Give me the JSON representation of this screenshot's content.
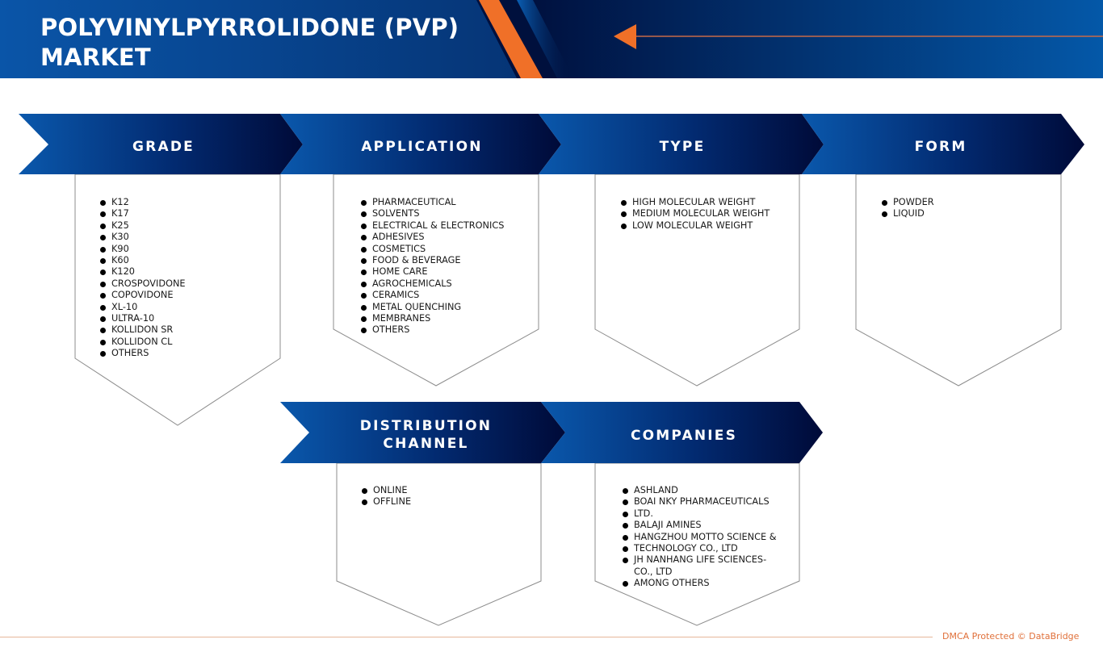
{
  "header": {
    "title_line1": "POLYVINYLPYRROLIDONE (PVP)",
    "title_line2": "MARKET",
    "icon": "left-arrow-icon",
    "colors": {
      "blue": "#0a52a6",
      "navy": "#00113f",
      "orange": "#f07028"
    }
  },
  "segments": [
    {
      "label": "GRADE",
      "items": [
        "K12",
        "K17",
        "K25",
        "K30",
        "K90",
        "K60",
        "K120",
        "CROSPOVIDONE",
        "COPOVIDONE",
        "XL-10",
        "ULTRA-10",
        "KOLLIDON SR",
        "KOLLIDON CL",
        "OTHERS"
      ]
    },
    {
      "label": "APPLICATION",
      "items": [
        "PHARMACEUTICAL",
        "SOLVENTS",
        "ELECTRICAL & ELECTRONICS",
        "ADHESIVES",
        "COSMETICS",
        "FOOD & BEVERAGE",
        "HOME CARE",
        "AGROCHEMICALS",
        "CERAMICS",
        "METAL QUENCHING",
        "MEMBRANES",
        "OTHERS"
      ]
    },
    {
      "label": "TYPE",
      "items": [
        "HIGH MOLECULAR WEIGHT",
        "MEDIUM MOLECULAR WEIGHT",
        "LOW MOLECULAR WEIGHT"
      ]
    },
    {
      "label": "FORM",
      "items": [
        "POWDER",
        "LIQUID"
      ]
    },
    {
      "label_line1": "DISTRIBUTION",
      "label_line2": "CHANNEL",
      "items": [
        "ONLINE",
        "OFFLINE"
      ]
    },
    {
      "label": "COMPANIES",
      "items": [
        "ASHLAND",
        "BOAI NKY PHARMACEUTICALS",
        "LTD.",
        "BALAJI AMINES",
        "HANGZHOU MOTTO SCIENCE &",
        "TECHNOLOGY CO., LTD",
        "JH NANHANG LIFE SCIENCES-",
        "CO., LTD",
        "AMONG OTHERS"
      ],
      "bullets": [
        true,
        true,
        true,
        true,
        true,
        true,
        true,
        false,
        true
      ]
    }
  ],
  "footer": {
    "text": "DMCA Protected © DataBridge",
    "color": "#e0703a"
  }
}
